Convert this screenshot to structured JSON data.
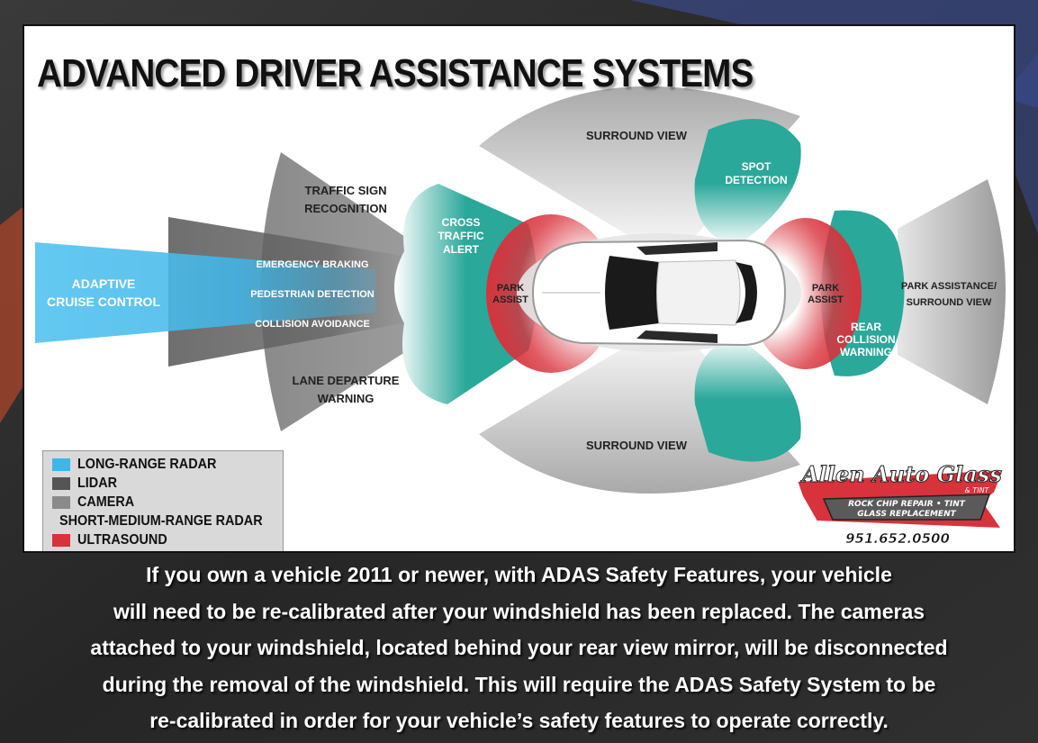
{
  "title": "ADVANCED DRIVER ASSISTANCE SYSTEMS",
  "zones": {
    "adaptive_cruise": [
      "ADAPTIVE",
      "CRUISE CONTROL"
    ],
    "emergency_braking": "EMERGENCY BRAKING",
    "pedestrian_detection": "PEDESTRIAN DETECTION",
    "collision_avoidance": "COLLISION AVOIDANCE",
    "traffic_sign": [
      "TRAFFIC SIGN",
      "RECOGNITION"
    ],
    "lane_departure": [
      "LANE DEPARTURE",
      "WARNING"
    ],
    "cross_traffic": [
      "CROSS",
      "TRAFFIC",
      "ALERT"
    ],
    "park_assist_front": [
      "PARK",
      "ASSIST"
    ],
    "park_assist_rear": [
      "PARK",
      "ASSIST"
    ],
    "surround_view_top": "SURROUND VIEW",
    "surround_view_bottom": "SURROUND VIEW",
    "spot_detection": [
      "SPOT",
      "DETECTION"
    ],
    "rear_collision": [
      "REAR",
      "COLLISION",
      "WARNING"
    ],
    "park_assistance_surround": [
      "PARK ASSISTANCE/",
      "SURROUND VIEW"
    ]
  },
  "legend": [
    {
      "label": "LONG-RANGE RADAR",
      "color": "#3fb6e8"
    },
    {
      "label": "LIDAR",
      "color": "#555555"
    },
    {
      "label": "CAMERA",
      "color": "#8a8a8a"
    },
    {
      "label": "SHORT-MEDIUM-RANGE RADAR",
      "color": "#2aa89a"
    },
    {
      "label": "ULTRASOUND",
      "color": "#d8323c"
    }
  ],
  "logo": {
    "name": "Allen Auto Glass",
    "sub": "& TINT",
    "tagline_1": "ROCK CHIP REPAIR • TINT",
    "tagline_2": "GLASS REPLACEMENT",
    "phone": "951.652.0500"
  },
  "caption": [
    "If you own a vehicle 2011 or newer, with ADAS Safety Features, your vehicle",
    "will need to be re-calibrated after your windshield has been replaced. The cameras",
    "attached to your windshield, located behind your rear view mirror, will be disconnected",
    "during the removal of the windshield. This will require the ADAS Safety System to be",
    "re-calibrated in order for your vehicle’s safety features to operate correctly."
  ],
  "colors": {
    "long_range_radar": "#3fb6e8",
    "lidar": "#555555",
    "camera": "#8a8a8a",
    "short_medium_radar": "#2aa89a",
    "ultrasound": "#d8323c"
  }
}
